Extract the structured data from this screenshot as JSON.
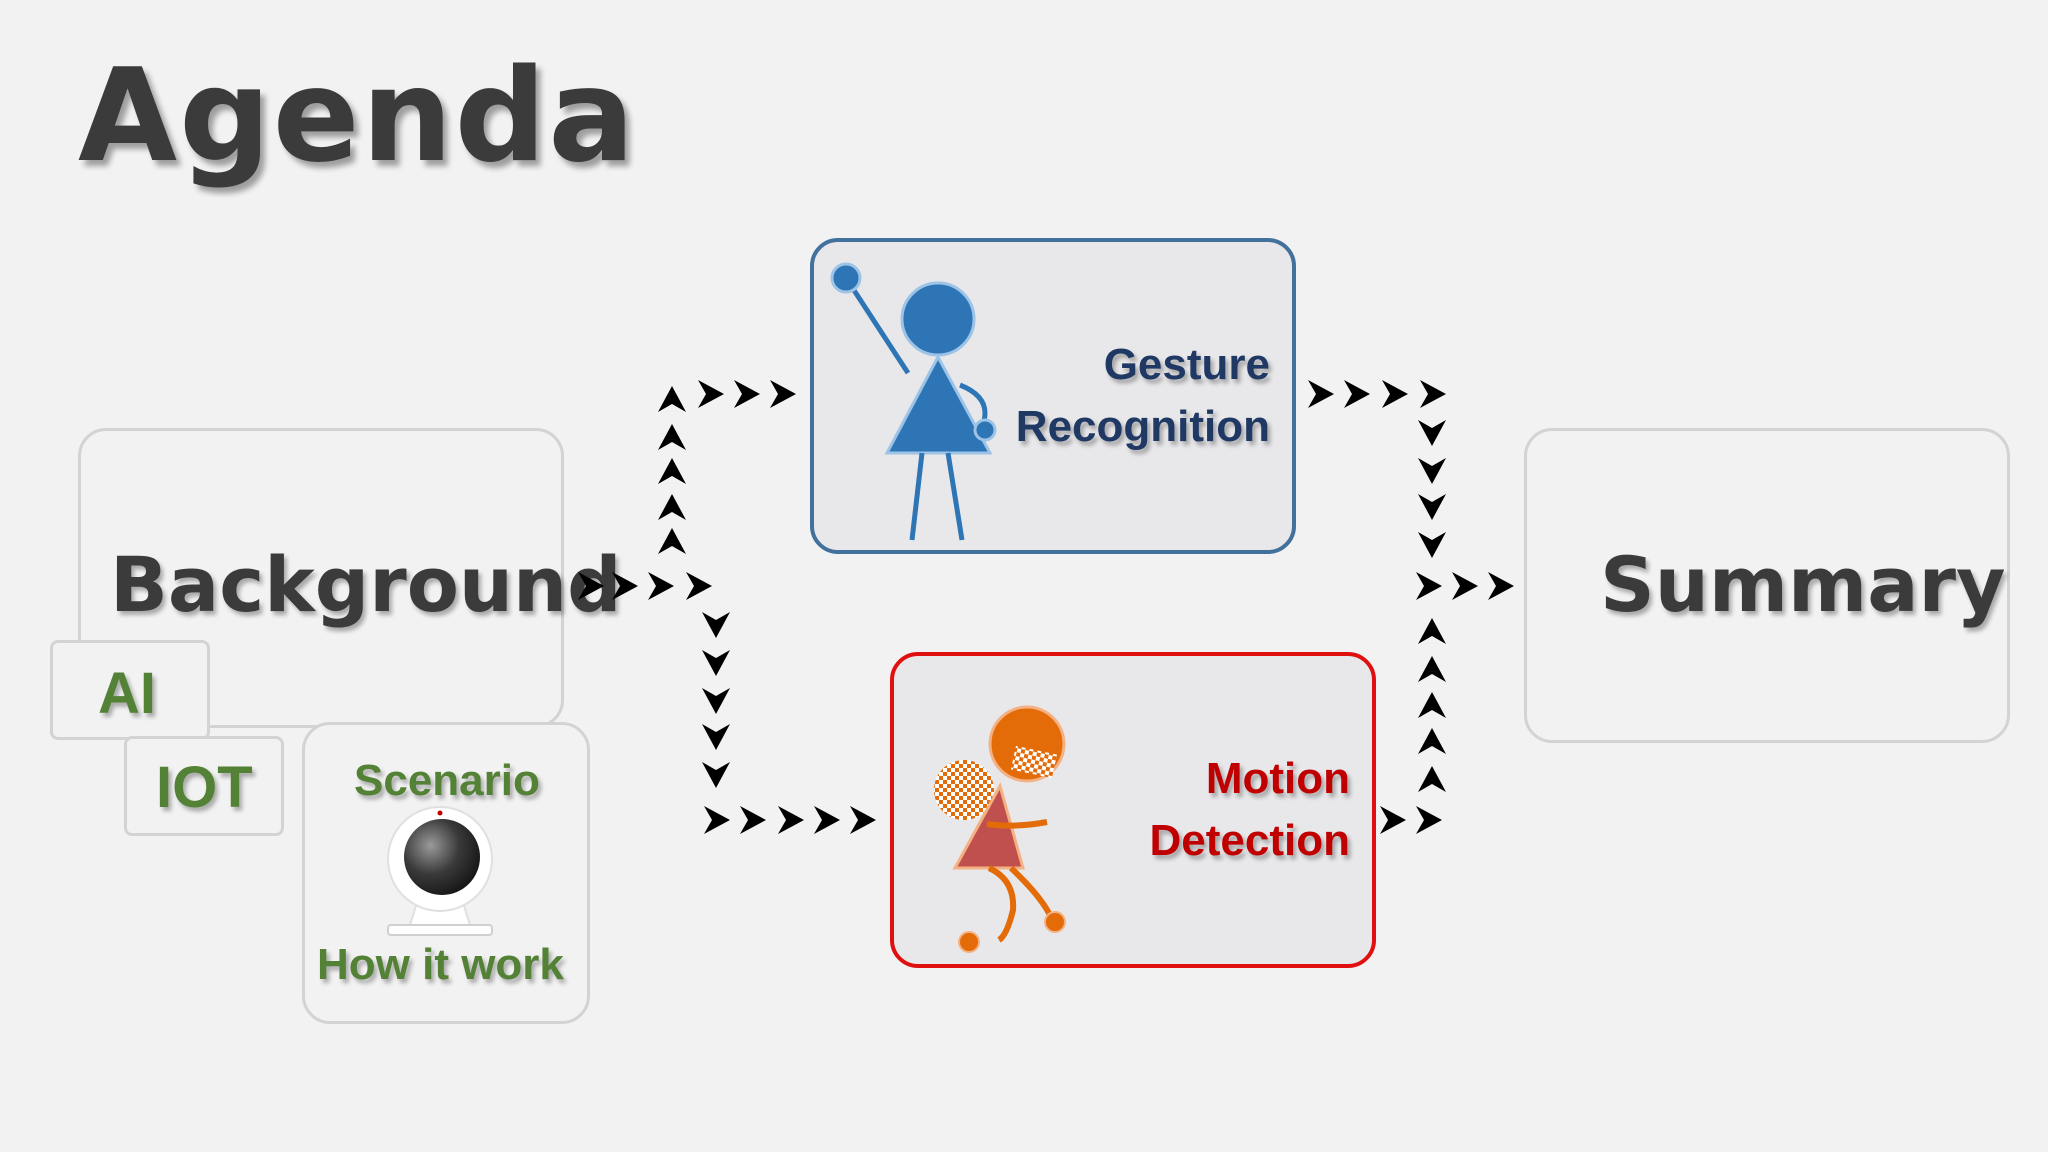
{
  "title": "Agenda",
  "nodes": {
    "background": "Background",
    "ai": "AI",
    "iot": "IOT",
    "scenario": "Scenario",
    "how_it_work": "How it work",
    "gesture": {
      "line1": "Gesture",
      "line2": "Recognition"
    },
    "motion": {
      "line1": "Motion",
      "line2": "Detection"
    },
    "summary": "Summary"
  },
  "colors": {
    "background": "#f2f2f2",
    "title_text": "#3b3b3b",
    "green_text": "#538135",
    "gesture_border": "#41719c",
    "gesture_text": "#1f3864",
    "gesture_figure": "#2e75b6",
    "motion_border": "#e01010",
    "motion_text": "#c00000",
    "motion_figure": "#e36c09",
    "arrow": "#000000"
  },
  "icons": [
    "stick-figure-waving-icon",
    "running-figure-icon",
    "webcam-icon",
    "chevron-arrow-icon"
  ]
}
